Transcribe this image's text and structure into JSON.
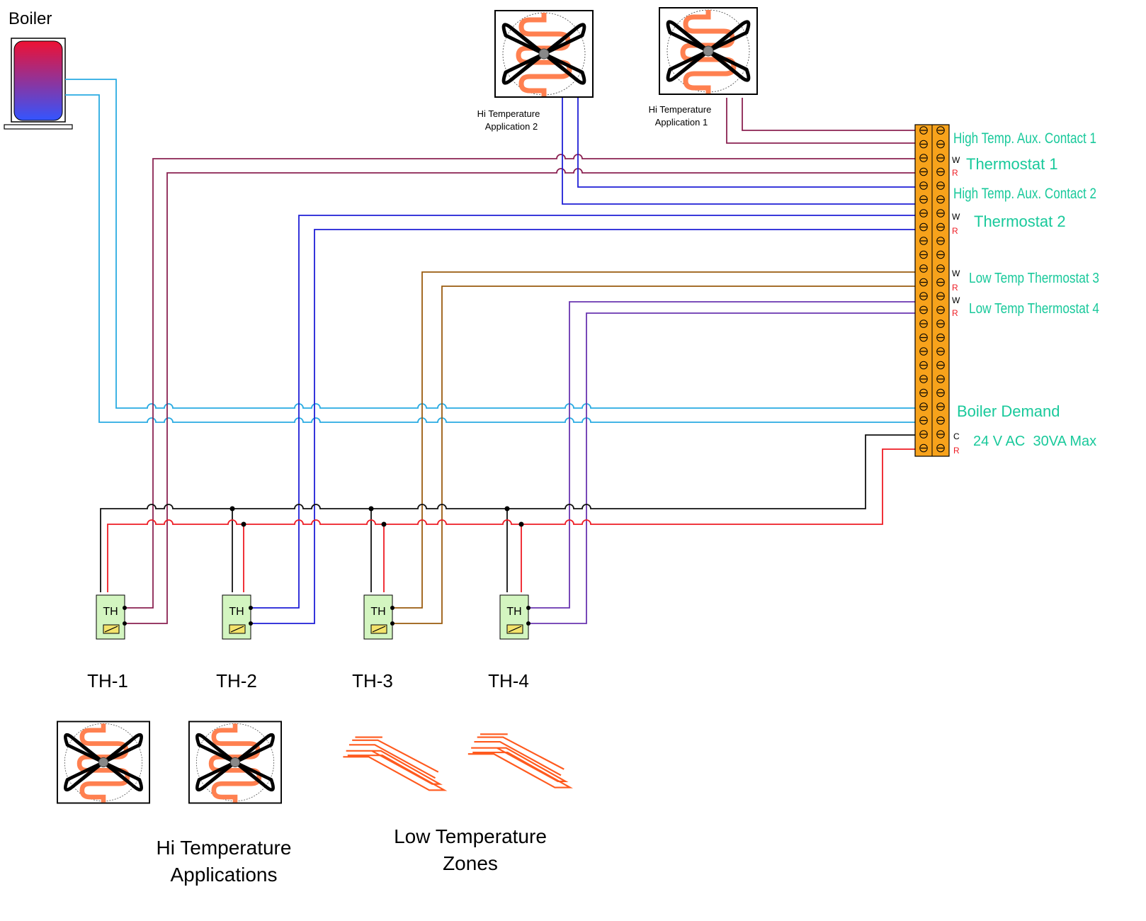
{
  "title": "",
  "boiler": {
    "label": "Boiler"
  },
  "fan_coils_top": [
    {
      "id": "hi-2",
      "label_line1": "Hi Temperature",
      "label_line2": "Application 2"
    },
    {
      "id": "hi-1",
      "label_line1": "Hi Temperature",
      "label_line2": "Application 1"
    }
  ],
  "terminal_labels": {
    "aux1": "High Temp. Aux. Contact 1",
    "th1": "Thermostat 1",
    "aux2": "High Temp. Aux. Contact 2",
    "th2": "Thermostat 2",
    "th3": "Low Temp Thermostat 3",
    "th4": "Low Temp Thermostat 4",
    "boiler_demand": "Boiler Demand",
    "power": "24 V AC  30VA Max"
  },
  "terminal_letters": {
    "w": "W",
    "r": "R",
    "c": "C"
  },
  "thermostats": [
    {
      "id": "th-1",
      "device_text": "TH",
      "label": "TH-1"
    },
    {
      "id": "th-2",
      "device_text": "TH",
      "label": "TH-2"
    },
    {
      "id": "th-3",
      "device_text": "TH",
      "label": "TH-3"
    },
    {
      "id": "th-4",
      "device_text": "TH",
      "label": "TH-4"
    }
  ],
  "bottom_groups": {
    "hi_line1": "Hi Temperature",
    "hi_line2": "Applications",
    "low_line1": "Low Temperature",
    "low_line2": "Zones"
  },
  "colors": {
    "boiler_wire": "#29abe2",
    "maroon_wire": "#8b2252",
    "blue_wire": "#1f1fd6",
    "brown_wire": "#9a5b0e",
    "purple_wire": "#6a35b0",
    "red_wire": "#ee1c24",
    "black_wire": "#111111",
    "terminal_fill": "#f7a21b",
    "label_green": "#19c99b",
    "thermostat_fill": "#d3f5c0",
    "coil_orange": "#ff7a45"
  }
}
